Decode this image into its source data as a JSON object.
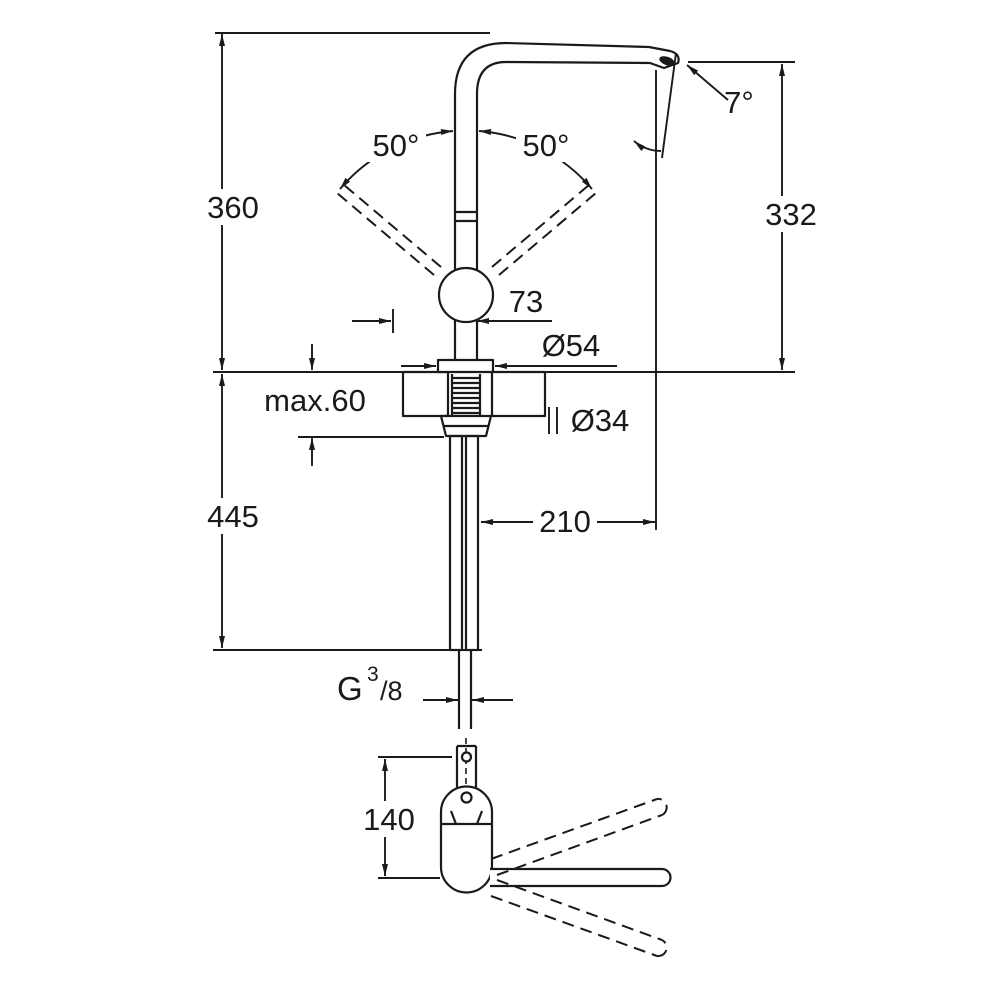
{
  "side_view": {
    "dim_height_above_counter": "360",
    "dim_height_below_counter": "445",
    "dim_max_counter_thickness": "max.60",
    "dim_handle_swivel_left": "50°",
    "dim_handle_swivel_right": "50°",
    "dim_spout_outlet_angle": "7°",
    "dim_outlet_height": "332",
    "dim_handle_length": "73",
    "dim_base_diameter": "Ø54",
    "dim_mounting_hole_diameter": "Ø34",
    "dim_spout_reach": "210",
    "thread": {
      "letter": "G",
      "numerator": "3",
      "denominator": "/8"
    }
  },
  "top_view": {
    "dim_swivel_depth": "140"
  },
  "colors": {
    "line": "#1a1a1a",
    "background": "#ffffff"
  }
}
